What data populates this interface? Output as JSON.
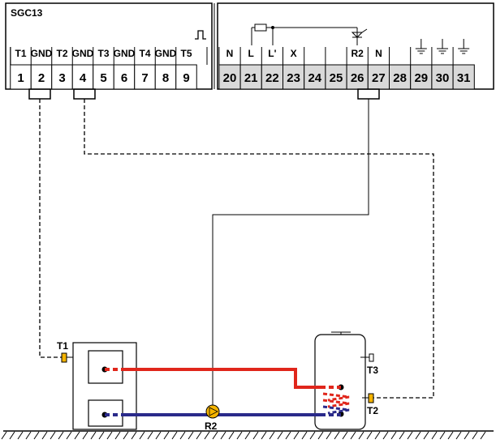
{
  "controller": {
    "title": "SGC13",
    "left_terminals": [
      {
        "num": "1",
        "signal": "T1"
      },
      {
        "num": "2",
        "signal": "GND"
      },
      {
        "num": "3",
        "signal": "T2"
      },
      {
        "num": "4",
        "signal": "GND"
      },
      {
        "num": "5",
        "signal": "T3"
      },
      {
        "num": "6",
        "signal": "GND"
      },
      {
        "num": "7",
        "signal": "T4"
      },
      {
        "num": "8",
        "signal": "GND"
      },
      {
        "num": "9",
        "signal": "T5"
      }
    ],
    "right_terminals": [
      {
        "num": "20",
        "signal": "N"
      },
      {
        "num": "21",
        "signal": "L"
      },
      {
        "num": "22",
        "signal": "L'"
      },
      {
        "num": "23",
        "signal": "X"
      },
      {
        "num": "24",
        "signal": ""
      },
      {
        "num": "25",
        "signal": ""
      },
      {
        "num": "26",
        "signal": "R2"
      },
      {
        "num": "27",
        "signal": "N"
      },
      {
        "num": "28",
        "signal": ""
      },
      {
        "num": "29",
        "signal": ""
      },
      {
        "num": "30",
        "signal": ""
      },
      {
        "num": "31",
        "signal": ""
      }
    ]
  },
  "components": {
    "sensor_boiler": "T1",
    "sensor_tank_top": "T3",
    "sensor_tank_mid": "T2",
    "pump": "R2"
  },
  "colors": {
    "hot_pipe": "#e0261b",
    "cold_pipe": "#2a2a8a",
    "terminal_bg": "#d9d9d9",
    "sensor": "#f5b400"
  }
}
